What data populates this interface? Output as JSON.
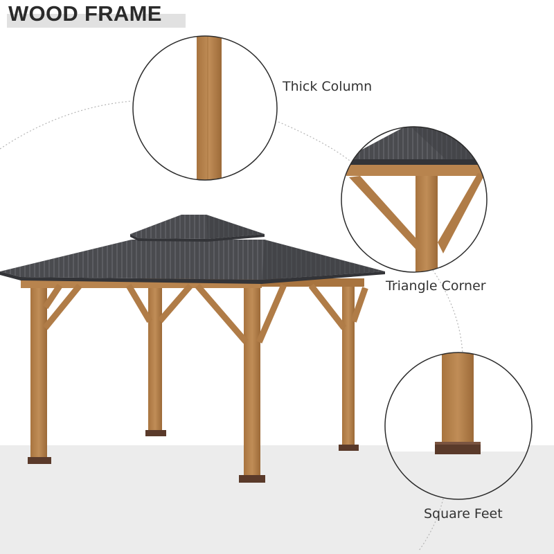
{
  "heading": {
    "title": "WOOD FRAME"
  },
  "callouts": {
    "column_label": "Thick Column",
    "corner_label": "Triangle Corner",
    "feet_label": "Square Feet"
  },
  "colors": {
    "wood": "#b8844e",
    "wood_dark": "#8e6438",
    "roof": "#4a4b4f",
    "roof_light": "#6a6b70",
    "foot": "#5a3a2a",
    "floor": "#ececec",
    "title_band": "#e1e1e1"
  }
}
